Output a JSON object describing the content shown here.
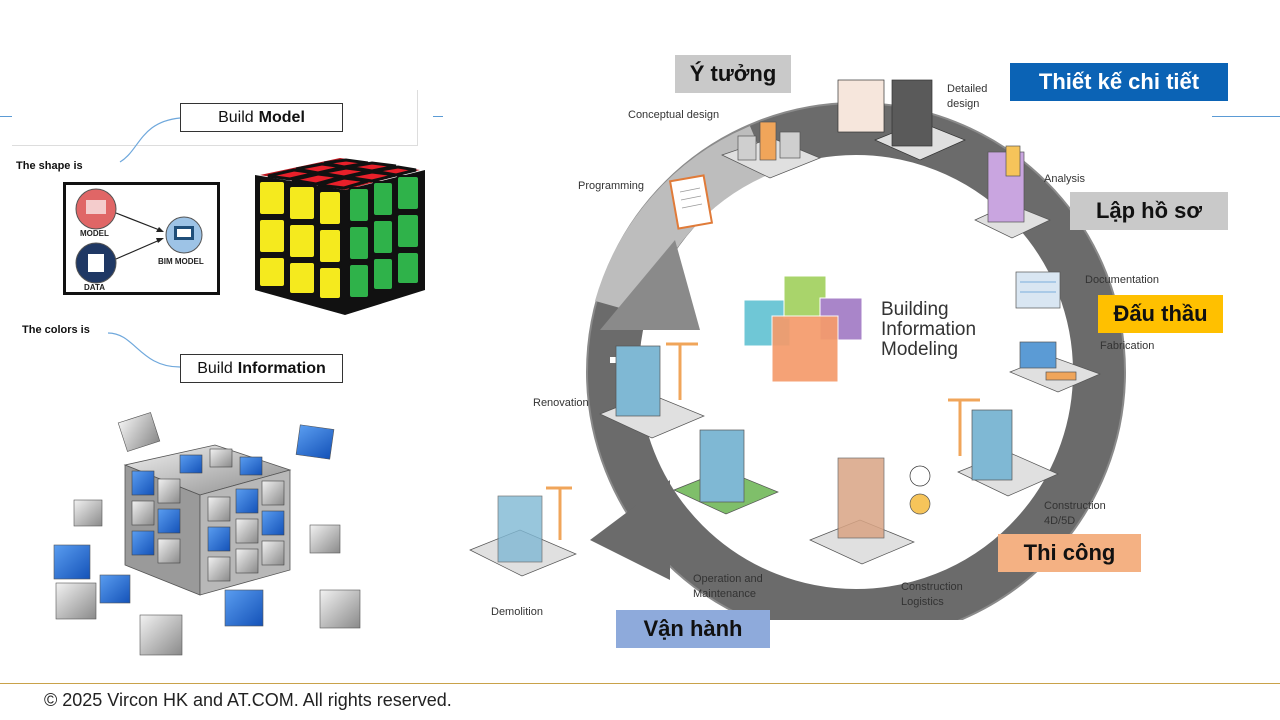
{
  "left_panel": {
    "shape_caption": "The shape is",
    "colors_caption": "The colors is",
    "build_model": {
      "word1": "Build",
      "word2": "Model"
    },
    "build_information": {
      "word1": "Build",
      "word2": "Information"
    },
    "nodes": {
      "model": "MODEL",
      "data": "DATA",
      "bim_model": "BIM MODEL"
    },
    "rubik_colors": {
      "top": "#e8202a",
      "front": "#f5ea1e",
      "side": "#2fb24a"
    }
  },
  "bim_cycle": {
    "center_title": [
      "Building",
      "Information",
      "Modeling"
    ],
    "stages": {
      "conceptual_design": "Conceptual design",
      "detailed_design": [
        "Detailed",
        "design"
      ],
      "analysis": "Analysis",
      "documentation": "Documentation",
      "fabrication": "Fabrication",
      "construction": [
        "Construction",
        "4D/5D"
      ],
      "construction_logistics": [
        "Construction",
        "Logistics"
      ],
      "operation": [
        "Operation and",
        "Maintenance"
      ],
      "demolition": "Demolition",
      "renovation": "Renovation",
      "programming": "Programming"
    }
  },
  "phase_tags": {
    "y_tuong": {
      "text": "Ý tưởng",
      "bg": "#c9c9c9",
      "color": "#111111"
    },
    "thiet_ke": {
      "text": "Thiết kế chi tiết",
      "bg": "#0b63b5",
      "color": "#ffffff"
    },
    "lap_ho_so": {
      "text": "Lập hồ sơ",
      "bg": "#c9c9c9",
      "color": "#111111"
    },
    "dau_thau": {
      "text": "Đấu thầu",
      "bg": "#ffc000",
      "color": "#111111"
    },
    "thi_cong": {
      "text": "Thi công",
      "bg": "#f4b183",
      "color": "#111111"
    },
    "van_hanh": {
      "text": "Vận hành",
      "bg": "#8eaadb",
      "color": "#111111"
    }
  },
  "footer": {
    "copyright": "© 2025 Vircon HK and AT.COM. All rights reserved."
  }
}
